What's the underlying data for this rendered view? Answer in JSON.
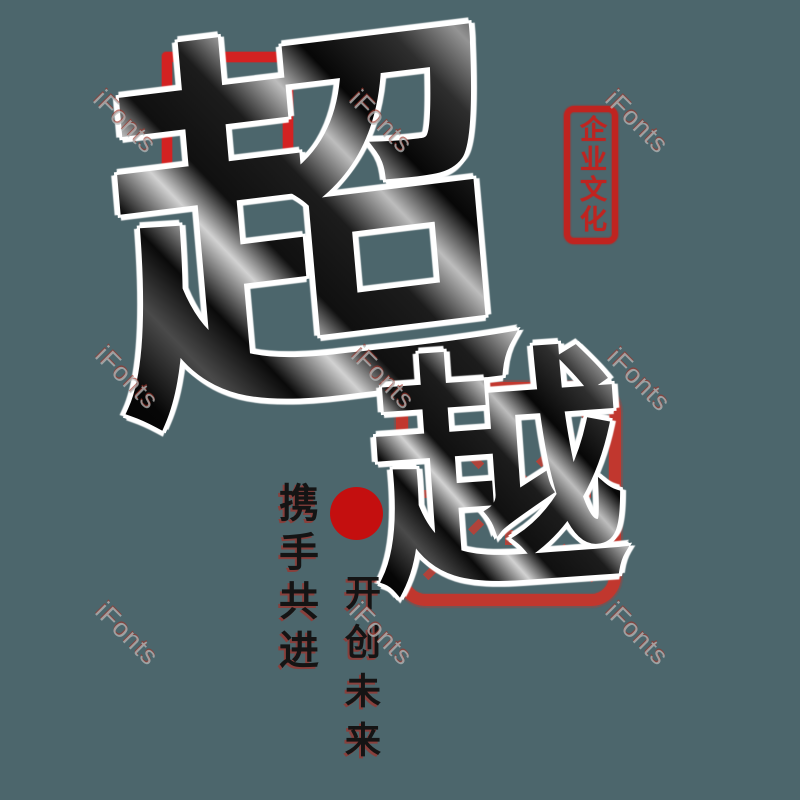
{
  "page": {
    "background_color": "#4c666c",
    "description": "Chinese brush calligraphy word-art poster"
  },
  "title": {
    "char1": "超",
    "char2": "越",
    "combined": "超越"
  },
  "slogans": {
    "left": "携手共进",
    "right": "开创未来"
  },
  "seal": {
    "text": "企业文化"
  },
  "watermark": {
    "text": "iFonts"
  },
  "colors": {
    "background": "#4c666c",
    "square_frame_red": "#d32222",
    "grid_stamp_red": "#c1372e",
    "seal_red": "#bf2420",
    "dot_red": "#c40f0f",
    "ink_black": "#0d0d0d",
    "char_outline_white": "#ffffff",
    "watermark_gray": "#b9bcbc"
  }
}
